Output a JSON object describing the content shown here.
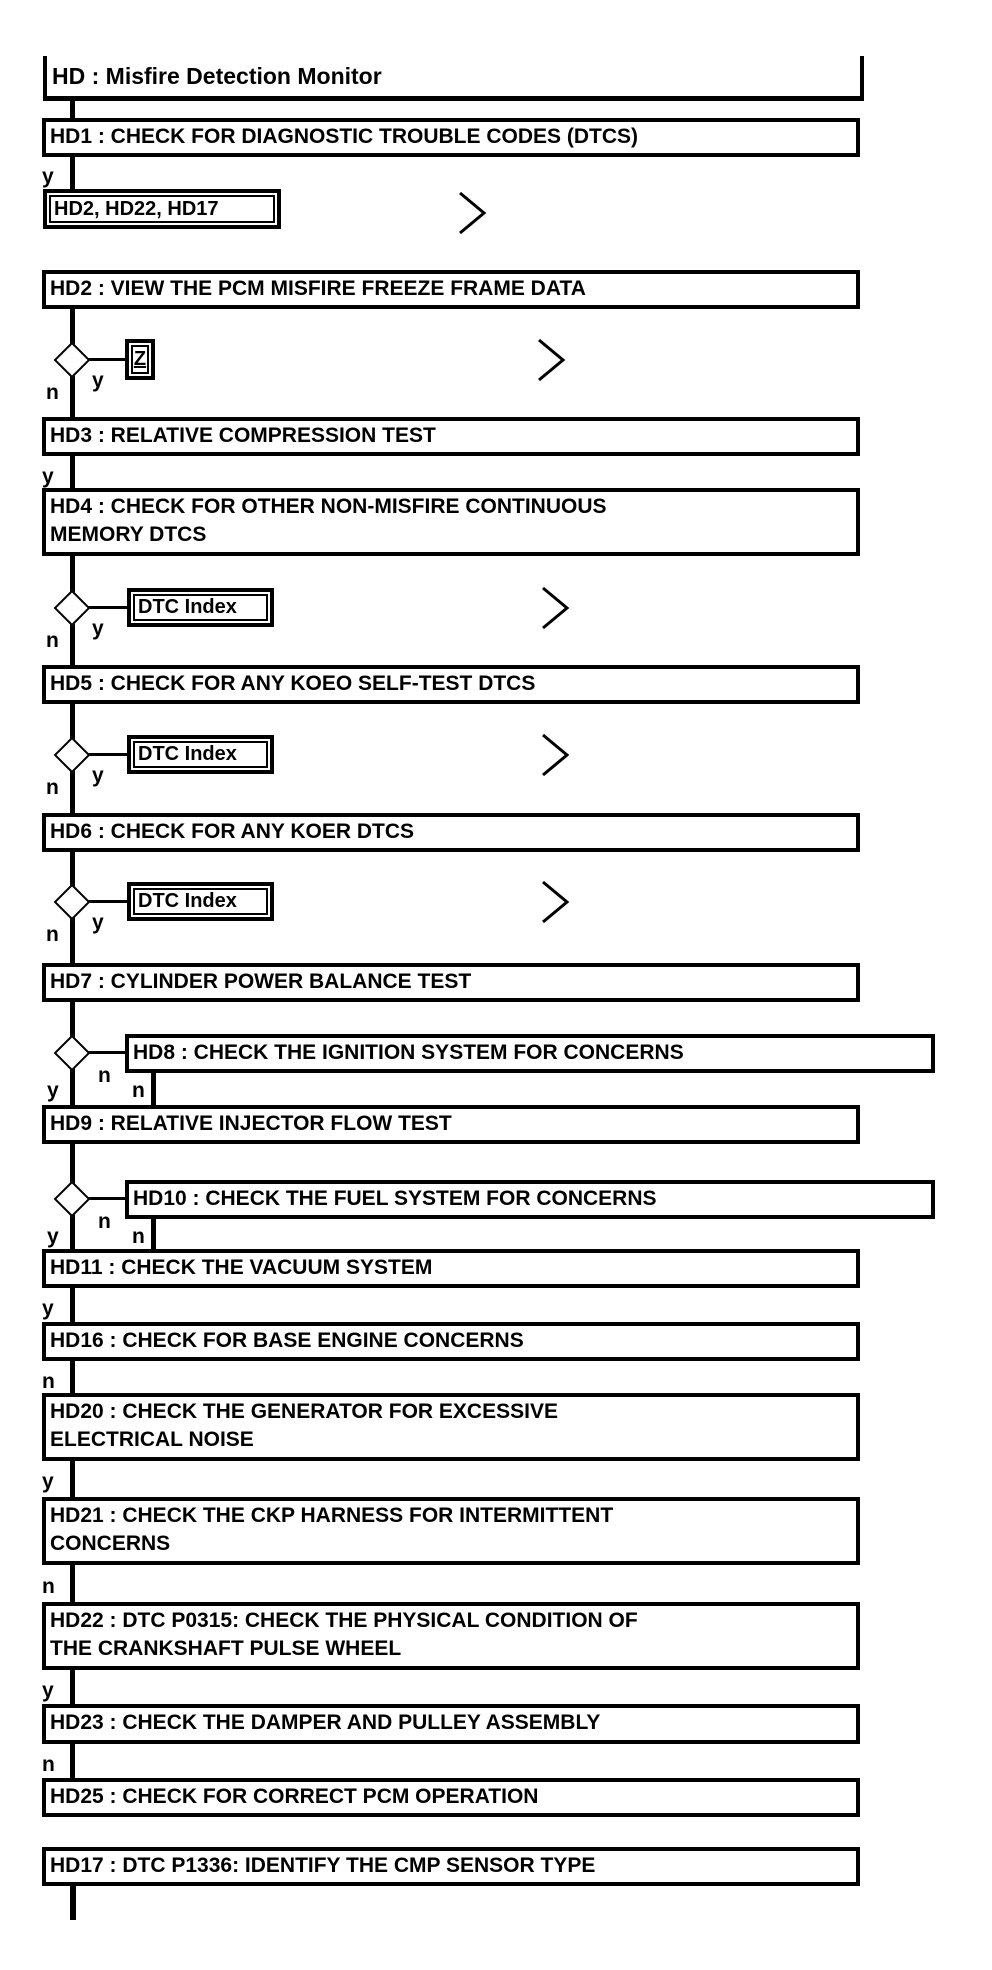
{
  "flowchart": {
    "title": "HD : Misfire Detection Monitor",
    "branch_labels": {
      "yes": "y",
      "no": "n"
    },
    "links": {
      "next_steps": "HD2, HD22, HD17",
      "z": "Z",
      "dtc_index": "DTC Index"
    },
    "steps": {
      "hd1": {
        "lines": [
          "HD1 : CHECK FOR DIAGNOSTIC TROUBLE CODES (DTCS)"
        ]
      },
      "hd2": {
        "lines": [
          "HD2 : VIEW THE PCM MISFIRE FREEZE FRAME DATA"
        ]
      },
      "hd3": {
        "lines": [
          "HD3 : RELATIVE COMPRESSION TEST"
        ]
      },
      "hd4": {
        "lines": [
          "HD4 : CHECK FOR OTHER NON-MISFIRE CONTINUOUS",
          "MEMORY DTCS"
        ]
      },
      "hd5": {
        "lines": [
          "HD5 : CHECK FOR ANY KOEO SELF-TEST DTCS"
        ]
      },
      "hd6": {
        "lines": [
          "HD6 : CHECK FOR ANY KOER DTCS"
        ]
      },
      "hd7": {
        "lines": [
          "HD7 : CYLINDER POWER BALANCE TEST"
        ]
      },
      "hd8": {
        "lines": [
          "HD8 : CHECK THE IGNITION SYSTEM FOR CONCERNS"
        ]
      },
      "hd9": {
        "lines": [
          "HD9 : RELATIVE INJECTOR FLOW TEST"
        ]
      },
      "hd10": {
        "lines": [
          "HD10 : CHECK THE FUEL SYSTEM FOR CONCERNS"
        ]
      },
      "hd11": {
        "lines": [
          "HD11 : CHECK THE VACUUM SYSTEM"
        ]
      },
      "hd16": {
        "lines": [
          "HD16 : CHECK FOR BASE ENGINE CONCERNS"
        ]
      },
      "hd20": {
        "lines": [
          "HD20 : CHECK THE GENERATOR FOR EXCESSIVE",
          "ELECTRICAL NOISE"
        ]
      },
      "hd21": {
        "lines": [
          "HD21 : CHECK THE CKP HARNESS FOR INTERMITTENT",
          "CONCERNS"
        ]
      },
      "hd22": {
        "lines": [
          "HD22 : DTC P0315: CHECK THE PHYSICAL CONDITION OF",
          "THE CRANKSHAFT PULSE WHEEL"
        ]
      },
      "hd23": {
        "lines": [
          "HD23 : CHECK THE DAMPER AND PULLEY ASSEMBLY"
        ]
      },
      "hd25": {
        "lines": [
          "HD25 : CHECK FOR CORRECT PCM OPERATION"
        ]
      },
      "hd17": {
        "lines": [
          "HD17 : DTC P1336: IDENTIFY THE CMP SENSOR TYPE"
        ]
      }
    },
    "colors": {
      "line": "#000000",
      "background": "#ffffff"
    }
  }
}
